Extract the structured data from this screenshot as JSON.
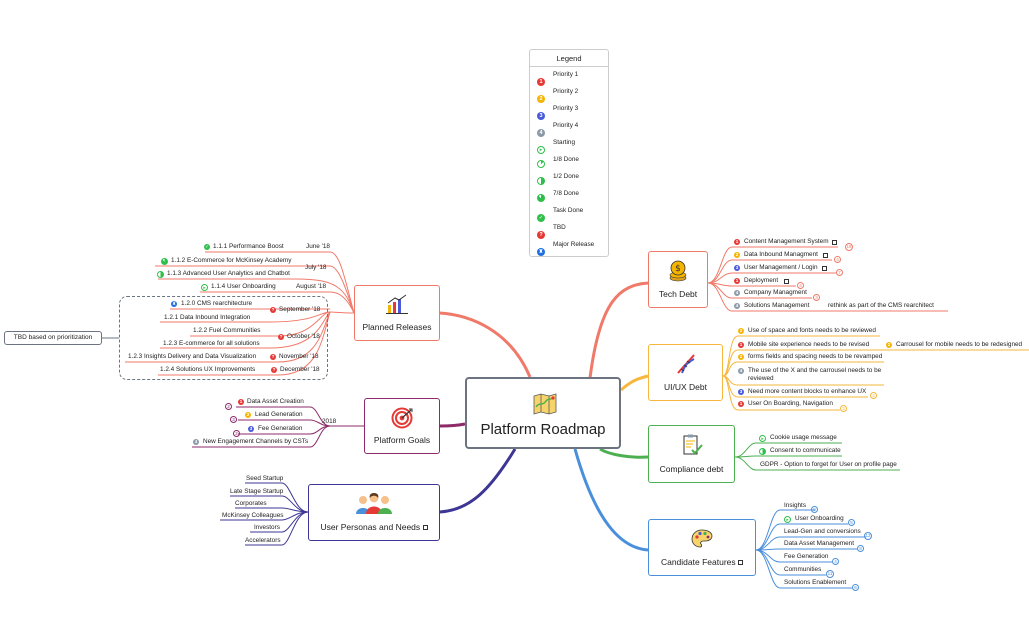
{
  "central": {
    "title": "Platform Roadmap"
  },
  "legend": {
    "title": "Legend",
    "items": [
      "Priority 1",
      "Priority 2",
      "Priority 3",
      "Priority 4",
      "Starting",
      "1/8 Done",
      "1/2 Done",
      "7/8 Done",
      "Task Done",
      "TBD",
      "Major Release"
    ]
  },
  "planned_releases": {
    "title": "Planned Releases",
    "tbd_note": "TBD based on prioritization",
    "items": [
      {
        "label": "1.1.1 Performance Boost",
        "date": "June '18"
      },
      {
        "label": "1.1.2 E-Commerce for McKinsey Academy",
        "date": "July '18"
      },
      {
        "label": "1.1.3 Advanced User Analytics and Chatbot",
        "date": ""
      },
      {
        "label": "1.1.4 User Onboarding",
        "date": "August '18"
      },
      {
        "label": "1.2.0 CMS rearchitecture",
        "date": "September '18"
      },
      {
        "label": "1.2.1 Data Inbound Integration",
        "date": ""
      },
      {
        "label": "1.2.2 Fuel Communities",
        "date": "October '18"
      },
      {
        "label": "1.2.3 E-commerce for all solutions",
        "date": ""
      },
      {
        "label": "1.2.3 Insights Delivery and Data Visualization",
        "date": "November '18"
      },
      {
        "label": "1.2.4 Solutions UX Improvements",
        "date": "December '18"
      }
    ]
  },
  "platform_goals": {
    "title": "Platform Goals",
    "year": "2018",
    "items": [
      {
        "label": "Data Asset Creation",
        "count": "2"
      },
      {
        "label": "Lead Generation",
        "count": "3"
      },
      {
        "label": "Fee Generation",
        "count": "2"
      },
      {
        "label": "New Engagement Channels by CSTs",
        "count": ""
      }
    ]
  },
  "user_personas": {
    "title": "User Personas and Needs",
    "items": [
      "Seed Startup",
      "Late Stage Startup",
      "Corporates",
      "McKinsey Colleagues",
      "Investors",
      "Accelerators"
    ]
  },
  "tech_debt": {
    "title": "Tech Debt",
    "items": [
      {
        "label": "Content Management System",
        "count": "18"
      },
      {
        "label": "Data Inbound Managment",
        "count": "4"
      },
      {
        "label": "User Management / Login",
        "count": "7"
      },
      {
        "label": "Deployment",
        "count": "4"
      },
      {
        "label": "Company Managment",
        "count": "3"
      },
      {
        "label": "Solutions Management",
        "count": ""
      }
    ],
    "solutions_sub": "rethink as part of the CMS rearchitect"
  },
  "uiux_debt": {
    "title": "UI/UX Debt",
    "items": [
      {
        "label": "Use of space and fonts needs to be reviewed",
        "count": ""
      },
      {
        "label": "Mobile site experience needs to be revised",
        "count": ""
      },
      {
        "label": "forms fields and spacing needs to be revamped",
        "count": ""
      },
      {
        "label": "The use of the X and the carrousel needs to be",
        "label2": "reviewed",
        "count": ""
      },
      {
        "label": "Need more content blocks to enhance UX",
        "count": "2"
      },
      {
        "label": "User On Boarding, Navigation",
        "count": "3"
      }
    ],
    "mobile_sub": "Carrousel for mobile needs to be redesigned"
  },
  "compliance": {
    "title": "Compliance debt",
    "items": [
      "Cookie usage message",
      "Consent to communicate",
      "GDPR - Option to forget for User on profile page"
    ]
  },
  "candidate": {
    "title": "Candidate Features",
    "items": [
      {
        "label": "Insights",
        "count": "9"
      },
      {
        "label": "User Onboarding",
        "count": "5"
      },
      {
        "label": "Lead-Gen and conversions",
        "count": "12"
      },
      {
        "label": "Data Asset Management",
        "count": "8"
      },
      {
        "label": "Fee Generation",
        "count": "4"
      },
      {
        "label": "Communities",
        "count": "11"
      },
      {
        "label": "Solutions Enablement",
        "count": "6"
      }
    ]
  },
  "colors": {
    "planned": "#f07a6a",
    "goals": "#8e2a6a",
    "personas": "#3d3694",
    "tech": "#f07a6a",
    "uiux": "#f6b73c",
    "compliance": "#4caf50",
    "candidate": "#4a8fdc",
    "central_border": "#6b7480"
  }
}
